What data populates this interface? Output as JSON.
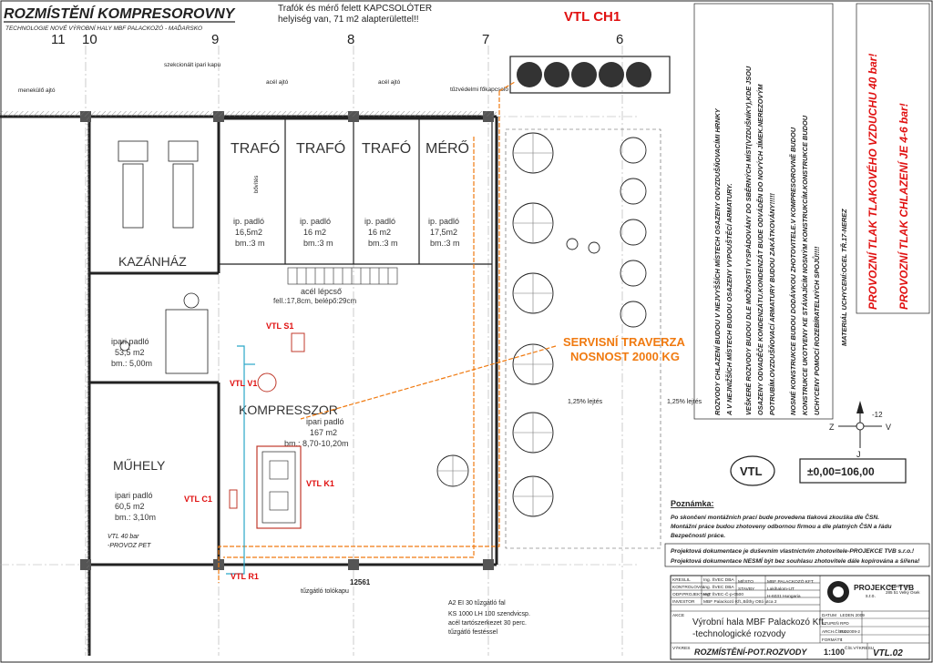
{
  "header": {
    "title": "ROZMÍSTĚNÍ KOMPRESOROVNY",
    "subtitle": "TECHNOLOGIE NOVÉ VÝROBNÍ HALY MBF PALACKOZÓ - MAĎARSKO",
    "note_top": "Trafók és mérő felett KAPCSOLÓTER",
    "note_top2": "helyiség van, 71 m2 alapterülettel!!"
  },
  "grid": [
    "11",
    "10",
    "9",
    "8",
    "7",
    "6"
  ],
  "rooms": {
    "trafo1": "TRAFÓ",
    "trafo2": "TRAFÓ",
    "trafo3": "TRAFÓ",
    "mero": "MÉRŐ",
    "kazanhaz": "KAZÁNHÁZ",
    "kompresszor": "KOMPRESSZOR",
    "muhely": "MŰHELY",
    "ip_padlo": "ip. padló",
    "trafo1_area": "16,5m2",
    "trafo2_area": "16 m2",
    "trafo3_area": "16 m2",
    "mero_area": "17,5m2",
    "bm3": "bm.:3 m",
    "kazan_floor": "ipari padló",
    "kazan_area": "53,5 m2",
    "kazan_h": "bm.: 5,00m",
    "komp_floor": "ipari padló",
    "komp_area": "167 m2",
    "komp_h": "bm.: 8,70-10,20m",
    "muhely_floor": "ipari padló",
    "muhely_area": "60,5 m2",
    "muhely_h": "bm.: 3,10m",
    "acel_lepcso": "acél lépcső",
    "acel_lepcso_val": "fell.:17,8cm, belépő:29cm"
  },
  "labels": {
    "vtl_ch1": "VTL CH1",
    "vtl_s1": "VTL S1",
    "vtl_v1": "VTL V1",
    "vtl_k1": "VTL K1",
    "vtl_c1": "VTL C1",
    "vtl_r1": "VTL R1",
    "servis1": "SERVISNÍ TRAVERZA",
    "servis2": "NOSNOST 2000 KG",
    "lejtes1": "1,25% lejtés",
    "lejtes2": "1,25% lejtés",
    "vtl40": "VTL 40 bar",
    "provoz_pet": "-PROVOZ PET",
    "dim": "12561",
    "tuzgatlo": "tűzgátló tolókapu",
    "kapu_note1": "A2 EI 30 tűzgátló fal",
    "kapu_note2": "KS 1000 LH 100 szendvicsp.",
    "kapu_note3": "acél tartószerkezet 30 perc.",
    "kapu_note4": "tűzgátló festéssel",
    "menekulo": "menekülő ajtó",
    "acel_ajto1": "acél ajtó",
    "acel_ajto2": "acél ajtó",
    "tuzvedelmi": "tűzvédelmi főkapcsoló",
    "szekcionalt": "szekcionált ipari kapu",
    "bovites": "bővítés"
  },
  "notes_vertical": [
    "ROZVODY CHLAZENÍ BUDOU V NEJVYŠŠÍCH MÍSTECH OSAZENY ODVZDUŠŇOVACÍMI HRNKY",
    "A V NEJNIŽŠÍCH MÍSTECH BUDOU OSAZENY VYPOUŠTĚCÍ ARMATURY.",
    "VEŠKERÉ ROZVODY BUDOU DLE MOŽNOSTÍ VYSPÁDOVÁNY DO SBĚRNÝCH MÍST(VZDUŠNÍKY),KDE JSOU",
    "OSAZENY ODVADĚČE KONDENZÁTU.KONDENZÁT BUDE ODVÁDĚN DO NOVÝCH JÍMEK.NEREZOVÝM",
    "POTRUBÍM.OVZDUŠŇOVACÍ ARMATURY BUDOU ZAKÁTKOVÁNY!!!!!",
    "NOSNÉ KONSTRUKCE BUDOU DODÁVKOU ZHOTOVITELE.V KOMPRESOROVNĚ BUDOU",
    "KONSTRUKCE UKOTVENY KE STÁVAJÍCÍM NOSNÝM KONSTRUKCÍM.KONSTRUKCE BUDOU",
    "UCHYCENY POMOCÍ ROZEBÍRATELNÝCH SPOJŮ!!!!",
    "MATERIÁL UCHYCENÍ:OCEL TŘ.17-NEREZ"
  ],
  "notes_red": [
    "PROVOZNÍ TLAK TLAKOVÉHO VZDUCHU 40 bar!",
    "PROVOZNÍ TLAK CHLAZENÍ JE 4-6 bar!"
  ],
  "compass": {
    "z": "Z",
    "v": "V",
    "j": "J",
    "angle": "-12"
  },
  "legend": {
    "vtl": "VTL",
    "elevation": "±0,00=106,00"
  },
  "poznamka": {
    "title": "Poznámka:",
    "l1": "Po skončení montážních  prací bude provedena tlaková zkouška dle ČSN.",
    "l2": "Montážní práce budou zhotoveny odbornou firmou a dle  platných ČSN a řádu",
    "l3": "Bezpečnosti práce.",
    "l4": "Projektová dokumentace je duševním vlastnictvím zhotovitele-PROJEKCE TVB s.r.o.!",
    "l5": "Projektová dokumentace NESMÍ být bez souhlasu zhotovitele dále kopírována a šířena!"
  },
  "titleblock": {
    "kreslil_k": "KRESLIL",
    "kreslil_v": "Ing. ŠVEC DBA",
    "kontroloval_k": "KONTROLOVAL",
    "kontroloval_v": "Ing. ŠVEC DBA",
    "odp_k": "ODP.PROJEKTANT",
    "odp_v": "Ing. ŠVEC-Č-p-0500",
    "investor_k": "INVESTOR",
    "investor_v": "MBF Palackozó Kft.,Bőthy Ottó utca 2",
    "akce_k": "AKCE",
    "akce_v1": "Výrobní hala MBF Palackozó Kft.",
    "akce_v2": "-technologické rozvody",
    "vykres_k": "VÝKRES",
    "vykres_v": "ROZMÍSTĚNÍ-POT.ROZVODY",
    "mesto_k": "MĚSTO",
    "mesto_v": "STAVBY",
    "firm_addr1": "MBF PALACKOZÓ KFT.",
    "firm_addr2": "Lakihalom-UT",
    "firm_addr3": "H-6031 Hungaria",
    "company": "PROJEKCE TVB",
    "company_sub": "s.r.o.",
    "company_addr": "Smlové 467",
    "company_addr2": "285 51 Velký Osek",
    "datum_k": "DATUM",
    "datum_v": "LEDEN 2009",
    "stupen_k": "STUPEŇ",
    "stupen_v": "RPD",
    "arch_k": "ARCH.ČÍSLO",
    "arch_v": "PS-2009-2",
    "formaty_k": "FORMÁTY",
    "formaty_v": "1",
    "meritko": "1:100",
    "cislo_k": "ČÍS.VÝKRESU",
    "cislo_v": "VTL.02"
  },
  "colors": {
    "line": "#222222",
    "red": "#e01010",
    "orange": "#f07a10",
    "cyan": "#2aa6c8",
    "grid": "#888888"
  }
}
